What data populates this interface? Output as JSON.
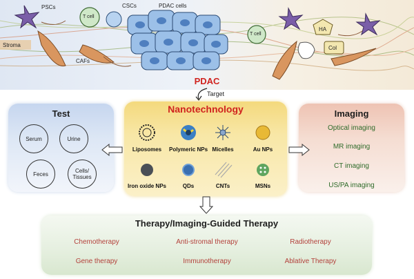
{
  "top": {
    "labels": {
      "pscs": "PSCs",
      "cscs": "CSCs",
      "pdac_cells": "PDAC cells",
      "stroma": "Stroma",
      "cafs": "CAFs",
      "t_cell_left": "T cell",
      "t_cell_right": "T cell",
      "ha": "HA",
      "col": "Col"
    },
    "pdac_title": "PDAC",
    "target": "Target"
  },
  "test": {
    "title": "Test",
    "items": [
      "Serum",
      "Urine",
      "Feces",
      "Cells/\nTissues"
    ]
  },
  "nano": {
    "title": "Nanotechnology",
    "items": [
      "Liposomes",
      "Polymeric NPs",
      "Micelles",
      "Au NPs",
      "Iron oxide NPs",
      "QDs",
      "CNTs",
      "MSNs"
    ]
  },
  "imaging": {
    "title": "Imaging",
    "items": [
      "Optical imaging",
      "MR imaging",
      "CT imaging",
      "US/PA imaging"
    ]
  },
  "therapy": {
    "title": "Therapy/Imaging-Guided Therapy",
    "items": [
      "Chemotherapy",
      "Anti-stromal therapy",
      "Radiotherapy",
      "Gene therapy",
      "Immunotherapy",
      "Ablative Therapy"
    ]
  },
  "colors": {
    "accent_red": "#d0231f",
    "imaging_text": "#2f6b2a",
    "therapy_text": "#b3413b",
    "cell_blue": "#7fa9d9",
    "stroma_green": "#7fa35c"
  }
}
